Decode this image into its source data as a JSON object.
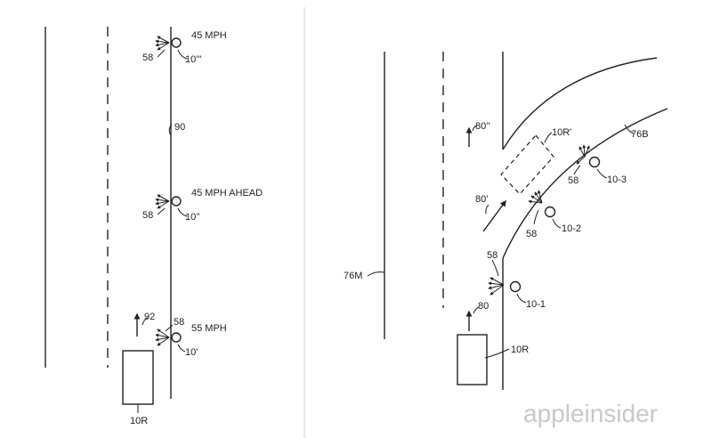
{
  "left_panel": {
    "labels": {
      "speed_top": "45 MPH",
      "speed_mid": "45 MPH AHEAD",
      "speed_bottom": "55 MPH",
      "ref_58_top": "58",
      "ref_58_mid": "58",
      "ref_58_bottom": "58",
      "device_top": "10'''",
      "device_mid": "10''",
      "device_bottom": "10'",
      "road_line": "90",
      "direction": "92",
      "vehicle": "10R"
    }
  },
  "right_panel": {
    "labels": {
      "median": "76M",
      "branch": "76B",
      "vehicle": "10R",
      "vehicle_ghost": "10R'",
      "dir_80": "80",
      "dir_80p": "80'",
      "dir_80pp": "80''",
      "ref_58_a": "58",
      "ref_58_b": "58",
      "ref_58_c": "58",
      "device_1": "10-1",
      "device_2": "10-2",
      "device_3": "10-3"
    }
  },
  "watermark": "appleinsider"
}
